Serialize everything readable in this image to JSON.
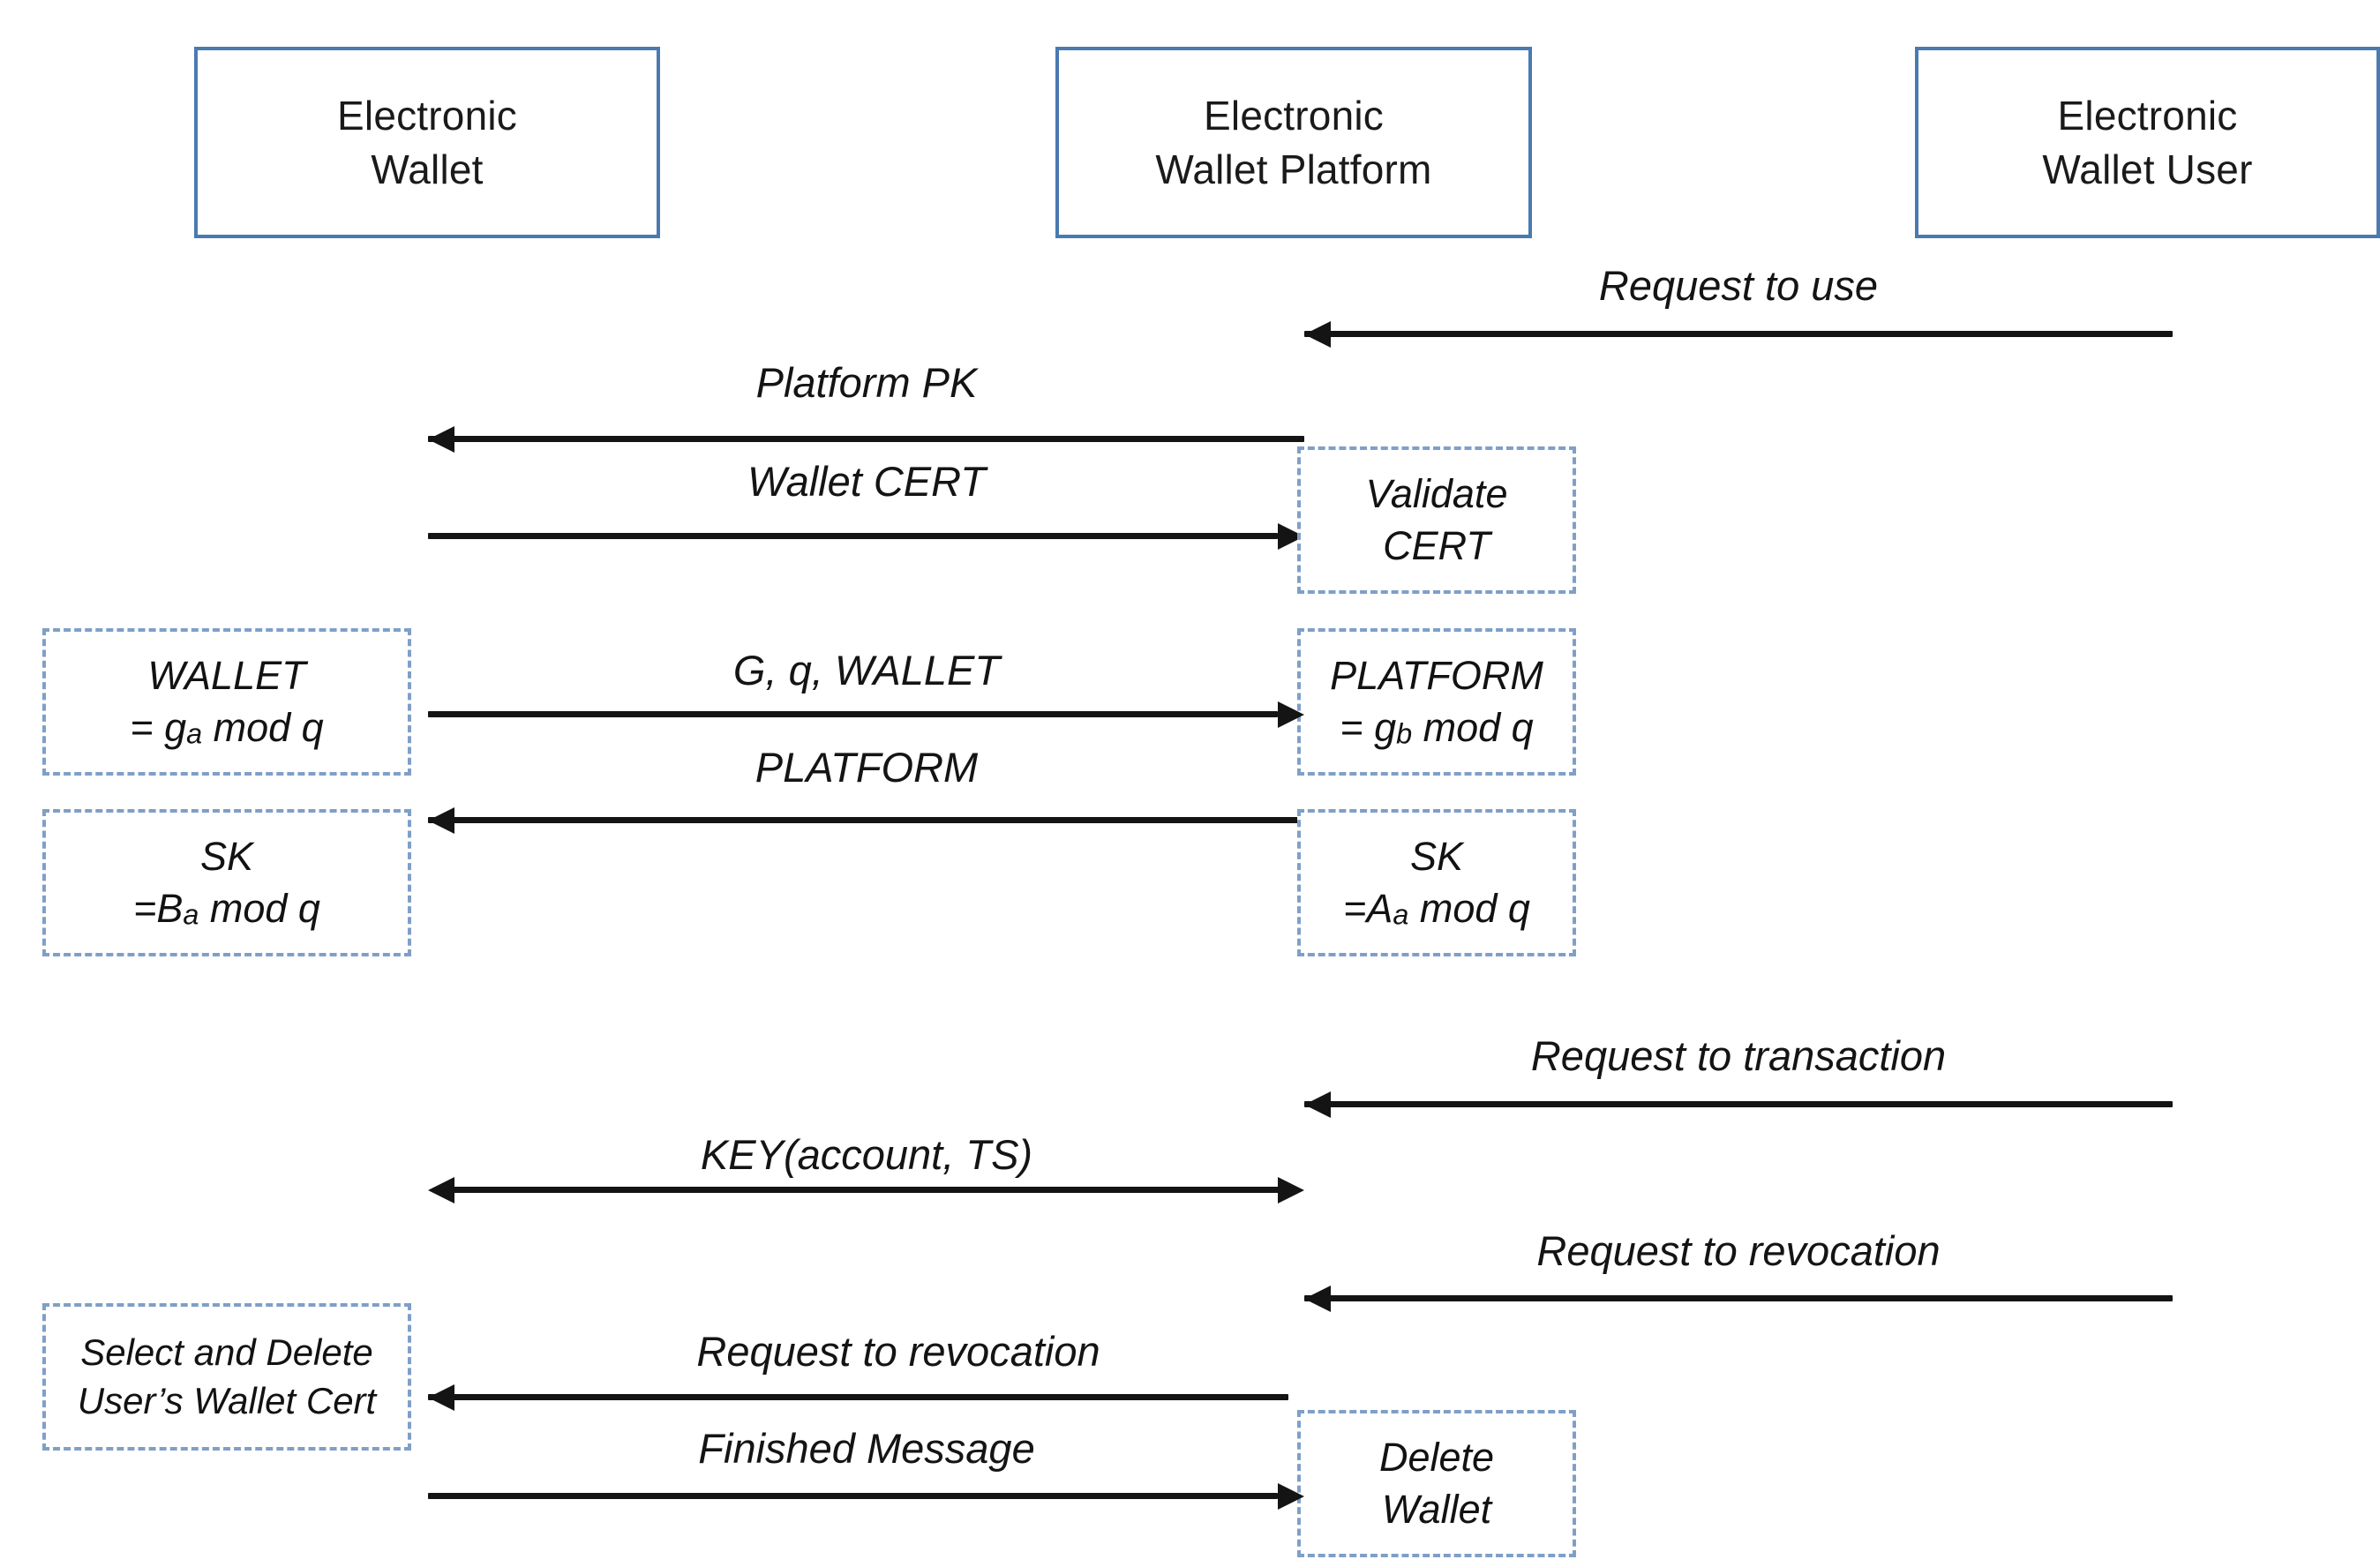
{
  "diagram": {
    "title": "Electronic Wallet Protocol Sequence Diagram",
    "type": "sequence-diagram",
    "colors": {
      "actor_box_border": "#4a7ab0",
      "note_box_border": "#7f9fc8",
      "arrow": "#141414",
      "text": "#141414",
      "background": "#ffffff"
    },
    "actors": [
      {
        "id": "wallet",
        "line1": "Electronic",
        "line2": "Wallet"
      },
      {
        "id": "platform",
        "line1": "Electronic",
        "line2": "Wallet Platform"
      },
      {
        "id": "user",
        "line1": "Electronic",
        "line2": "Wallet User"
      }
    ],
    "messages": [
      {
        "id": "request-to-use",
        "label": "Request to use",
        "from": "user",
        "to": "platform",
        "direction": "left",
        "double": false
      },
      {
        "id": "platform-pk",
        "label": "Platform PK",
        "from": "platform",
        "to": "wallet",
        "direction": "left",
        "double": false
      },
      {
        "id": "wallet-cert",
        "label": "Wallet CERT",
        "from": "wallet",
        "to": "platform",
        "direction": "right",
        "double": false
      },
      {
        "id": "g-q-wallet",
        "label": "G, q, WALLET",
        "from": "wallet",
        "to": "platform",
        "direction": "right",
        "double": false
      },
      {
        "id": "platform-value",
        "label": "PLATFORM",
        "from": "platform",
        "to": "wallet",
        "direction": "left",
        "double": false
      },
      {
        "id": "request-to-transaction",
        "label": "Request to transaction",
        "from": "user",
        "to": "platform",
        "direction": "left",
        "double": false
      },
      {
        "id": "key-account-ts",
        "label": "KEY(account, TS)",
        "from": "platform",
        "to": "wallet",
        "direction": "both",
        "double": true
      },
      {
        "id": "request-to-revocation-user",
        "label": "Request to revocation",
        "from": "user",
        "to": "platform",
        "direction": "left",
        "double": false
      },
      {
        "id": "request-to-revocation-platform",
        "label": "Request to revocation",
        "from": "platform",
        "to": "wallet",
        "direction": "left",
        "double": false
      },
      {
        "id": "finished-message",
        "label": "Finished Message",
        "from": "wallet",
        "to": "platform",
        "direction": "right",
        "double": false
      }
    ],
    "notes": [
      {
        "id": "validate-cert",
        "actor": "platform",
        "line1": "Validate",
        "line2": "CERT"
      },
      {
        "id": "wallet-compute",
        "actor": "wallet",
        "line1": "WALLET",
        "line2_pre": "= g",
        "line2_sub": "a",
        "line2_post": " mod q"
      },
      {
        "id": "platform-compute",
        "actor": "platform",
        "line1": "PLATFORM",
        "line2_pre": "= g",
        "line2_sub": "b",
        "line2_post": " mod q"
      },
      {
        "id": "wallet-sk",
        "actor": "wallet",
        "line1": "SK",
        "line2_pre": "=B",
        "line2_sub": "a",
        "line2_post": " mod q"
      },
      {
        "id": "platform-sk",
        "actor": "platform",
        "line1": "SK",
        "line2_pre": "=A",
        "line2_sub": "a",
        "line2_post": " mod q"
      },
      {
        "id": "select-delete",
        "actor": "wallet",
        "line1": "Select and Delete",
        "line2": "User’s Wallet Cert"
      },
      {
        "id": "delete-wallet",
        "actor": "platform",
        "line1": "Delete",
        "line2": "Wallet"
      }
    ]
  }
}
